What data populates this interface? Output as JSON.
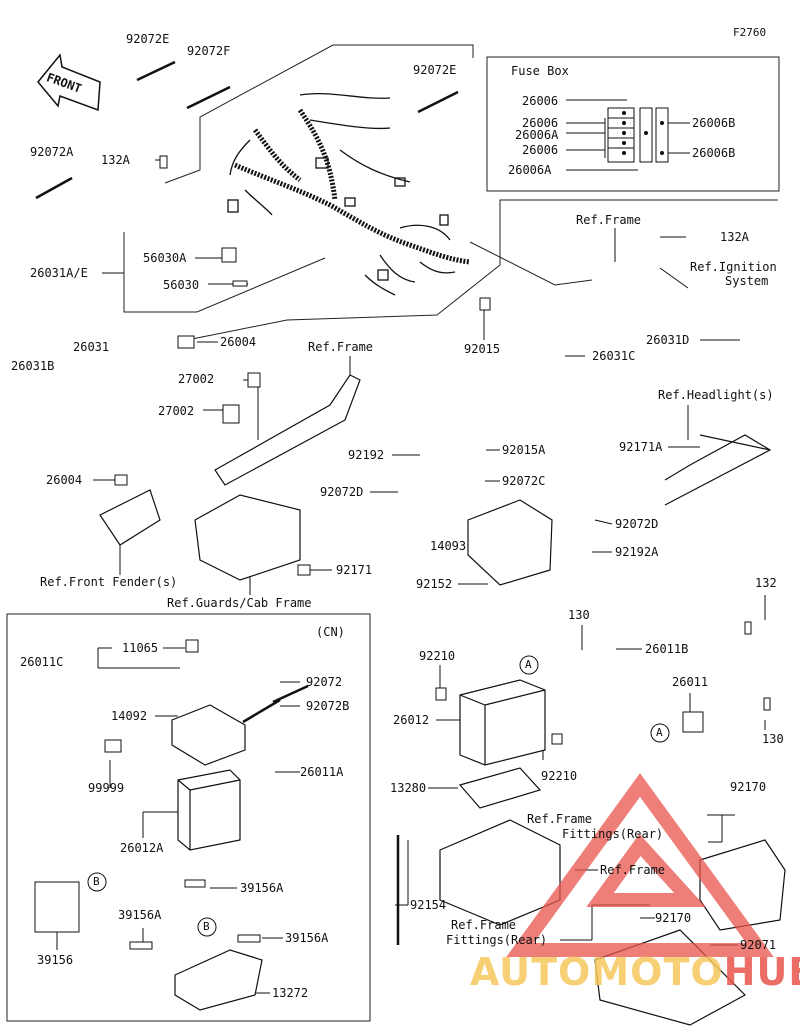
{
  "figure_id": "F2760",
  "front_label": "FRONT",
  "fuse_box_title": "Fuse Box",
  "cn_label": "(CN)",
  "watermark": {
    "part1": "AUTOMOTO",
    "part2": "HUB"
  },
  "callouts": {
    "c92072E_a": "92072E",
    "c92072F": "92072F",
    "c92072E_b": "92072E",
    "c92072A": "92072A",
    "c132A_a": "132A",
    "c26006_1": "26006",
    "c26006_2": "26006",
    "c26006A_1": "26006A",
    "c26006_3": "26006",
    "c26006A_2": "26006A",
    "c26006B_1": "26006B",
    "c26006B_2": "26006B",
    "c56030A": "56030A",
    "c56030": "56030",
    "c26031AE": "26031A/E",
    "refFrame1": "Ref.Frame",
    "c132A_b": "132A",
    "refIgnition1": "Ref.Ignition",
    "refIgnition2": "System",
    "c26004_a": "26004",
    "c92015": "92015",
    "c26031D": "26031D",
    "c26031B": "26031B",
    "c26031": "26031",
    "refFrame2": "Ref.Frame",
    "c26031C": "26031C",
    "c27002_a": "27002",
    "c27002_b": "27002",
    "refHeadlight": "Ref.Headlight(s)",
    "c92192": "92192",
    "c92015A": "92015A",
    "c92171A": "92171A",
    "c92072D_a": "92072D",
    "c92072C": "92072C",
    "c26004_b": "26004",
    "c14093": "14093",
    "c92072D_b": "92072D",
    "c92192A": "92192A",
    "c92171": "92171",
    "c92152": "92152",
    "refFrontFender": "Ref.Front Fender(s)",
    "refGuards": "Ref.Guards/Cab Frame",
    "c132": "132",
    "c130_a": "130",
    "c26011C": "26011C",
    "c11065": "11065",
    "c92072": "92072",
    "c14092": "14092",
    "c92072B": "92072B",
    "c99999": "99999",
    "c26011A": "26011A",
    "c26012A": "26012A",
    "c92210_a": "92210",
    "c26011B": "26011B",
    "c26011": "26011",
    "c26012": "26012",
    "c92210_b": "92210",
    "c130_b": "130",
    "c13280": "13280",
    "refFrame3": "Ref.Frame",
    "refFittings1": "Fittings(Rear)",
    "c92170_a": "92170",
    "refFrame4": "Ref.Frame",
    "c39156A_a": "39156A",
    "c39156A_b": "39156A",
    "c39156A_c": "39156A",
    "c39156": "39156",
    "c13272": "13272",
    "c92154": "92154",
    "refFrame5": "Ref.Frame",
    "refFittings2": "Fittings(Rear)",
    "c92170_b": "92170",
    "c92071": "92071"
  },
  "markers": {
    "A1": "A",
    "A2": "A",
    "B1": "B",
    "B2": "B"
  }
}
